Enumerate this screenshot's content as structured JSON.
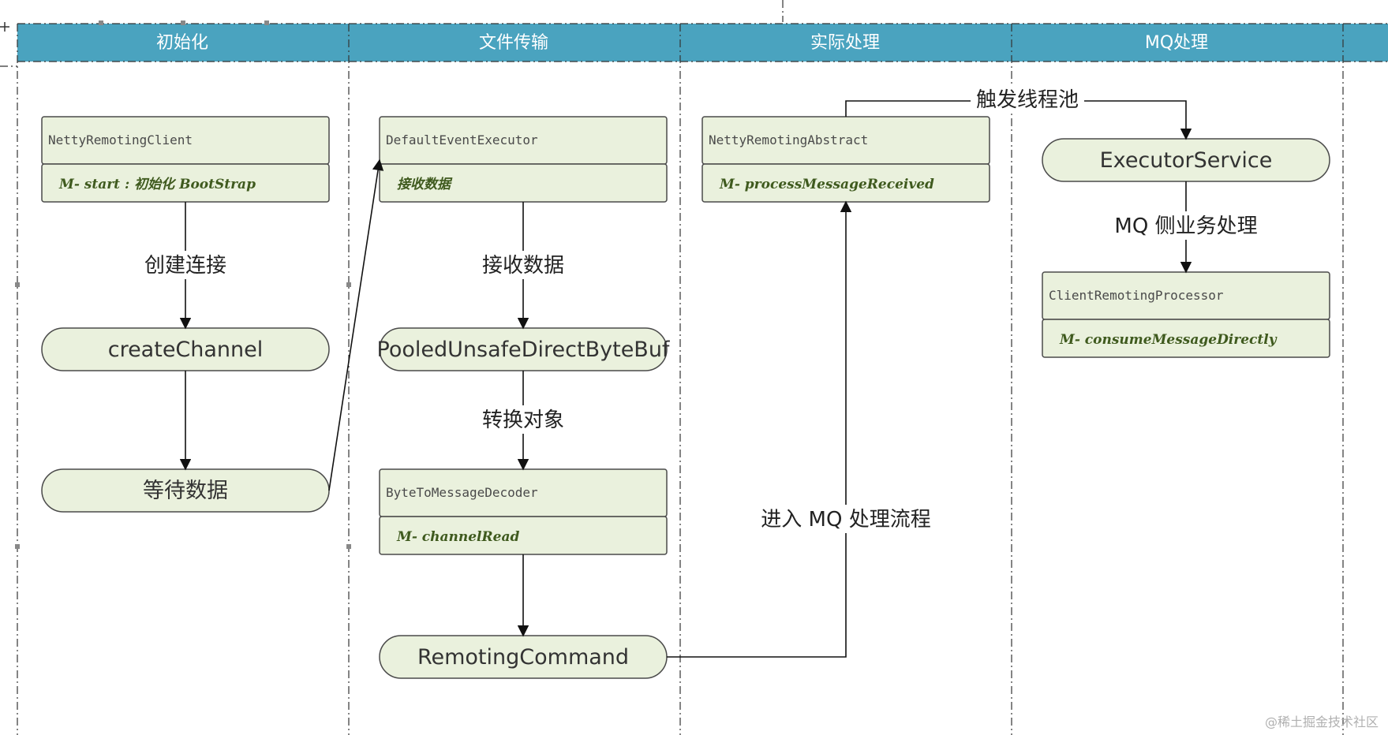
{
  "lanes": [
    {
      "title": "初始化"
    },
    {
      "title": "文件传输"
    },
    {
      "title": "实际处理"
    },
    {
      "title": "MQ处理"
    }
  ],
  "classes": {
    "netty_client": {
      "name": "NettyRemotingClient",
      "method": "M- start : 初始化 BootStrap"
    },
    "event_executor": {
      "name": "DefaultEventExecutor",
      "method": "接收数据"
    },
    "remoting_abstract": {
      "name": "NettyRemotingAbstract",
      "method": "M- processMessageReceived"
    },
    "client_processor": {
      "name": "ClientRemotingProcessor",
      "method": "M- consumeMessageDirectly"
    },
    "decoder": {
      "name": "ByteToMessageDecoder",
      "method": "M- channelRead"
    }
  },
  "nodes": {
    "create_channel": "createChannel",
    "wait_data": "等待数据",
    "pooled_buf": "PooledUnsafeDirectByteBuf",
    "remoting_command": "RemotingCommand",
    "executor_service": "ExecutorService"
  },
  "edges": {
    "create_connection": "创建连接",
    "receive_data": "接收数据",
    "convert_object": "转换对象",
    "enter_mq": "进入 MQ 处理流程",
    "trigger_pool": "触发线程池",
    "mq_business": "MQ 侧业务处理"
  },
  "colors": {
    "header": "#4aa3bf",
    "node_fill": "#eaf1dd"
  },
  "watermark": "@稀土掘金技术社区"
}
